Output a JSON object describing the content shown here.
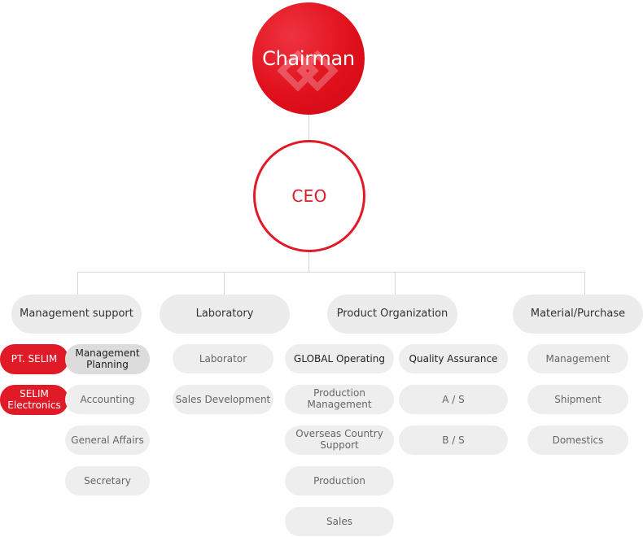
{
  "chairman": {
    "label": "Chairman"
  },
  "ceo": {
    "label": "CEO"
  },
  "departments": {
    "management_support": "Management support",
    "laboratory": "Laboratory",
    "product_organization": "Product Organization",
    "material_purchase": "Material/Purchase"
  },
  "management_support": {
    "affiliates": {
      "pt_selim": "PT. SELIM",
      "selim_electronics": "SELIM\nElectronics"
    },
    "items": [
      "Management\nPlanning",
      "Accounting",
      "General Affairs",
      "Secretary"
    ]
  },
  "laboratory": {
    "items": [
      "Laborator",
      "Sales Development"
    ]
  },
  "product_organization": {
    "left_items": [
      "GLOBAL Operating",
      "Production\nManagement",
      "Overseas Country\nSupport",
      "Production",
      "Sales"
    ],
    "right_items": [
      "Quality Assurance",
      "A  /  S",
      "B  /  S"
    ]
  },
  "material_purchase": {
    "items": [
      "Management",
      "Shipment",
      "Domestics"
    ]
  },
  "colors": {
    "brand_red": "#e01a27",
    "pill_gray": "#ececec",
    "line_gray": "#d7d7d7"
  }
}
